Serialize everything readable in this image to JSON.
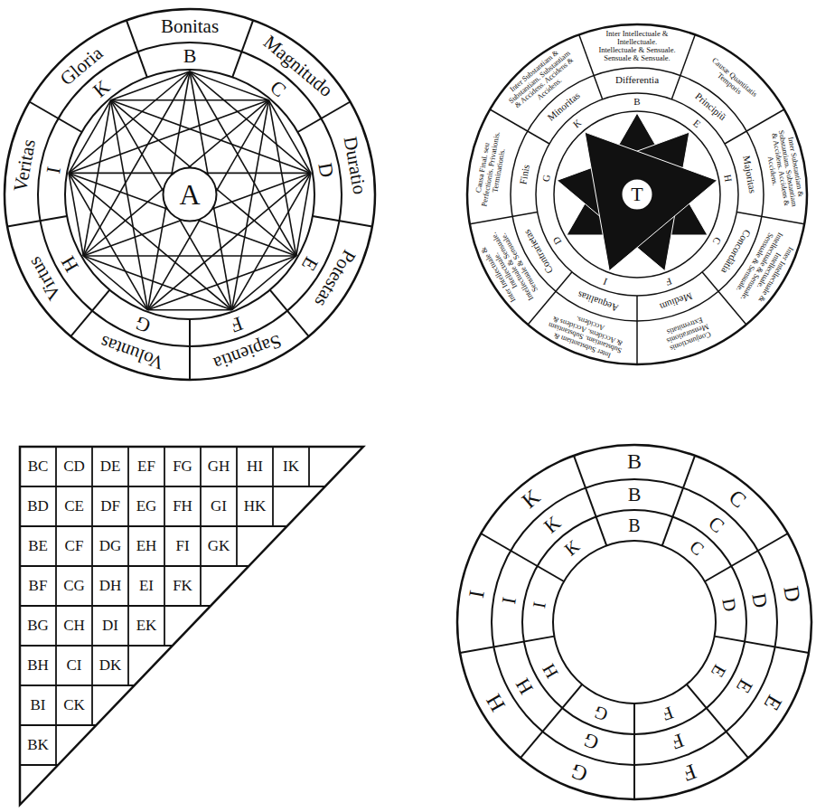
{
  "diagram": {
    "nodes": [
      {
        "text": [
          "A"
        ]
      },
      {
        "text": [
          "T"
        ]
      }
    ],
    "labels": [
      "Bonitas",
      "Magnitudo",
      "Duratio",
      "Potestas",
      "Sapientia",
      "Voluntas",
      "Virtus",
      "Veritas",
      "Gloria",
      "B",
      "C",
      "D",
      "E",
      "F",
      "G",
      "H",
      "I",
      "K",
      "Inter Intellectuale & Intellectuale. Intellectuale & Sensuale. Sensuale & Sensuale.",
      "Causæ Quantitatis Temporis",
      "Inter Substantiam & Substantiam. Substantiam & Accidens. Accidens & Accidens.",
      "Inter Intellectuale & Intellectuale. Intellectuale & Sensuale. Sensuale & Sensuale.",
      "Conjunctionis Mensurationis Extremitatis",
      "Inter Substantiam & Substantiam. Substantiam & Accidens. Accidens & Accidens.",
      "Inter Intellectuale & Intellectuale. Intellectuale & Sensuale. Sensuale & Sensuale.",
      "Causa Final. seu Perfectionis. Privationis. Terminationis.",
      "Inter Substantiam & Substantiam. Substantiam & Accidens. Accidens & Accidens.",
      "Differentia",
      "Principiũ",
      "Majoritas",
      "Concordãtia",
      "Medium",
      "Aequalitas",
      "Contrarietas",
      "Finis",
      "Minoritas",
      "B",
      "E",
      "H",
      "C",
      "F",
      "I",
      "D",
      "G",
      "K",
      "BC",
      "CD",
      "DE",
      "EF",
      "FG",
      "GH",
      "HI",
      "IK",
      "BD",
      "CE",
      "DF",
      "EG",
      "FH",
      "GI",
      "HK",
      "BE",
      "CF",
      "DG",
      "EH",
      "FI",
      "GK",
      "BF",
      "CG",
      "DH",
      "EI",
      "FK",
      "BG",
      "CH",
      "DI",
      "EK",
      "BH",
      "CI",
      "DK",
      "BI",
      "CK",
      "BK",
      "B",
      "C",
      "D",
      "E",
      "F",
      "G",
      "H",
      "I",
      "K",
      "B",
      "C",
      "D",
      "E",
      "F",
      "G",
      "H",
      "I",
      "K",
      "B",
      "C",
      "D",
      "E",
      "F",
      "G",
      "H",
      "I",
      "K"
    ]
  }
}
